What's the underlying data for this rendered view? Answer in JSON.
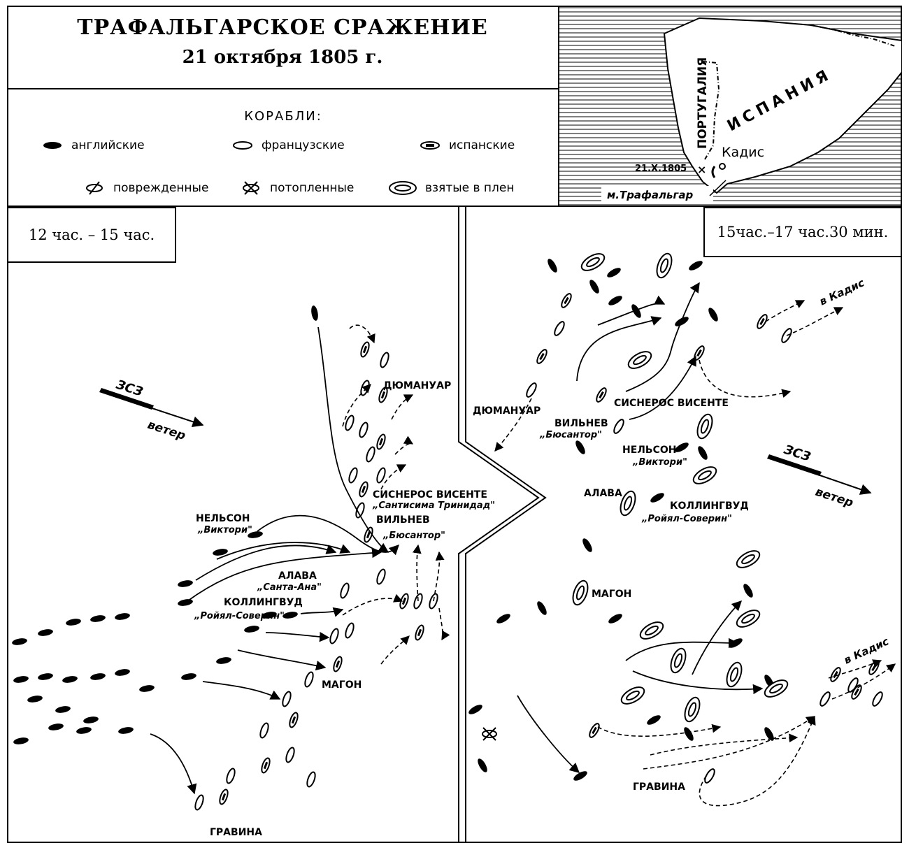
{
  "header": {
    "title": "ТРАФАЛЬГАРСКОЕ СРАЖЕНИЕ",
    "date": "21 октября 1805 г."
  },
  "legend": {
    "title": "КОРАБЛИ:",
    "items": [
      {
        "key": "english",
        "label": "английские"
      },
      {
        "key": "french",
        "label": "французские"
      },
      {
        "key": "spanish",
        "label": "испанские"
      },
      {
        "key": "damaged",
        "label": "поврежденные"
      },
      {
        "key": "sunk",
        "label": "потопленные"
      },
      {
        "key": "captured",
        "label": "взятые в плен"
      }
    ]
  },
  "inset": {
    "country_portugal": "ПОРТУГАЛИЯ",
    "country_spain": "ИСПАНИЯ",
    "city_cadiz": "Кадис",
    "battle_date": "21.X.1805",
    "cape": "м.Трафальгар"
  },
  "panel_left": {
    "time": "12 час. – 15 час.",
    "wind_dir": "ЗСЗ",
    "wind_word": "ветер",
    "labels": {
      "dumanoir": "ДЮМАНУАР",
      "cisneros": "СИСНЕРОС ВИСЕНТЕ",
      "trinidad": "„Сантисима Тринидад\"",
      "villeneuve": "ВИЛЬНЕВ",
      "bucentaure": "„Бюсантор\"",
      "nelson": "НЕЛЬСОН",
      "victory": "„Виктори\"",
      "alava": "АЛАВА",
      "santa_ana": "„Санта-Ана\"",
      "collingwood": "КОЛЛИНГВУД",
      "royal_sovereign": "„Ройял-Соверин\"",
      "magon": "МАГОН",
      "gravina": "ГРАВИНА"
    }
  },
  "panel_right": {
    "time": "15час.–17 час.30 мин.",
    "wind_dir": "ЗСЗ",
    "wind_word": "ветер",
    "to_cadiz": "в Кадис",
    "labels": {
      "dumanoir": "ДЮМАНУАР",
      "cisneros": "СИСНЕРОС ВИСЕНТЕ",
      "villeneuve": "ВИЛЬНЕВ",
      "bucentaure": "„Бюсантор\"",
      "nelson": "НЕЛЬСОН",
      "victory": "„Виктори\"",
      "alava": "АЛАВА",
      "collingwood": "КОЛЛИНГВУД",
      "royal_sovereign": "„Ройял-Соверин\"",
      "magon": "МАГОН",
      "gravina": "ГРАВИНА"
    }
  }
}
